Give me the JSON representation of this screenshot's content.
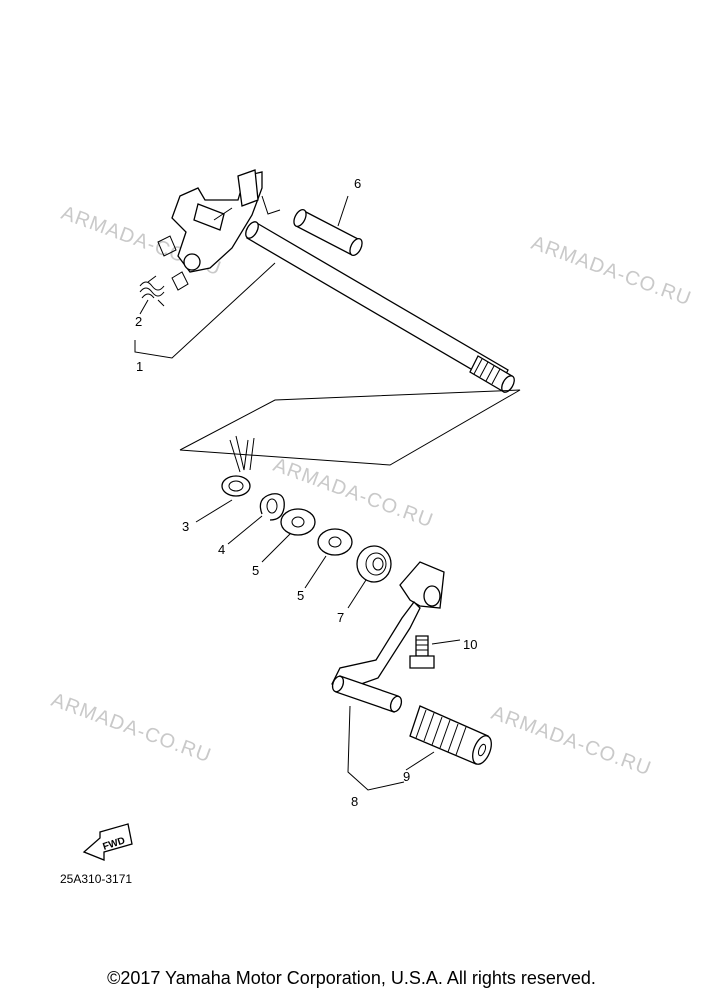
{
  "watermark": "ARMADA-CO.RU",
  "diagram_code": "25A310-3171",
  "fwd_label": "FWD",
  "copyright": "©2017 Yamaha Motor Corporation, U.S.A. All rights reserved.",
  "callouts": {
    "c1": "1",
    "c2": "2",
    "c3": "3",
    "c4": "4",
    "c5a": "5",
    "c5b": "5",
    "c6": "6",
    "c7": "7",
    "c8": "8",
    "c9": "9",
    "c10": "10"
  }
}
